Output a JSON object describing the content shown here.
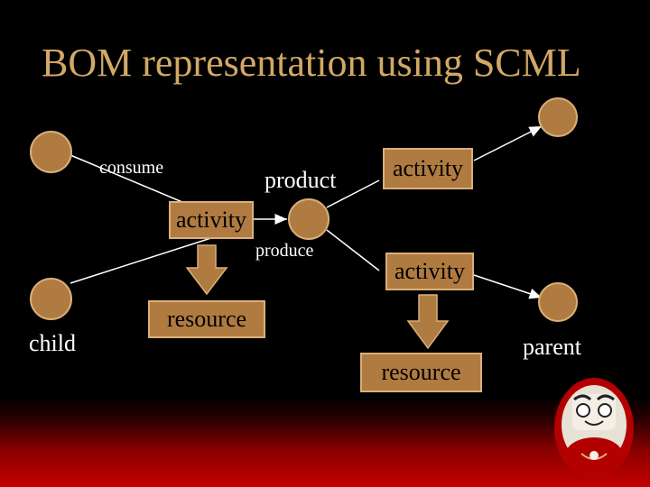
{
  "slide": {
    "title": "BOM representation using SCML",
    "labels": {
      "consume": "consume",
      "product": "product",
      "produce": "produce",
      "child": "child",
      "parent": "parent"
    },
    "boxes": {
      "activity_left": "activity",
      "activity_top_right": "activity",
      "activity_bottom_right": "activity",
      "resource_left": "resource",
      "resource_right": "resource"
    },
    "colors": {
      "title": "#d2a866",
      "node_fill": "#b07b40",
      "box_fill": "#b07b40",
      "line": "#ffffff",
      "background": "#000000",
      "footer_gradient": "#c40000"
    }
  }
}
